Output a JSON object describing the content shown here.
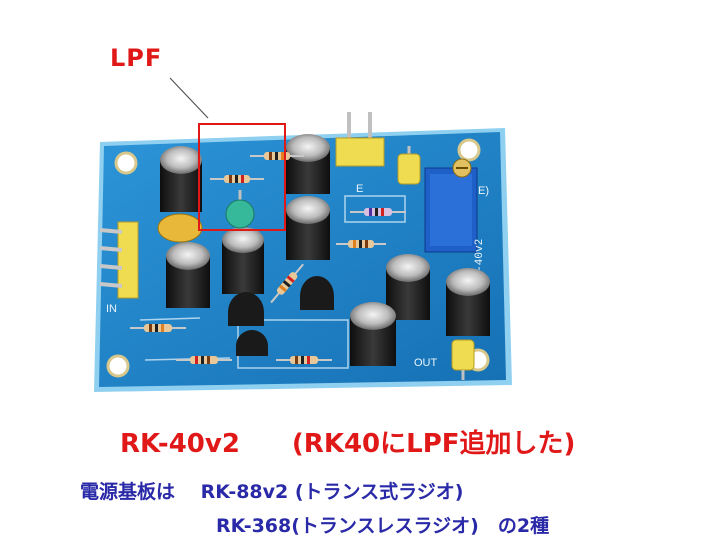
{
  "annotation": {
    "label": "LPF",
    "color": "#e01818"
  },
  "board_silkscreen": {
    "left_connector": "IN",
    "right_connector": "OUT",
    "side_label": "RK-40v2",
    "top_label": "E",
    "right_edge_label": "E)"
  },
  "caption": {
    "title": "RK-40v2　　(RK40にLPF追加した)",
    "line1": "電源基板は　 RK-88v2 (トランス式ラジオ)",
    "line2": "RK-368(トランスレスラジオ)　の2種",
    "title_color": "#e01818",
    "text_color": "#2a2aa8"
  },
  "colors": {
    "pcb": "#1f86cc",
    "pcb_edge": "#8fd0f0",
    "capacitor": "#1c1c1c",
    "connector": "#e8d040",
    "trimmer": "#1e5fc8"
  }
}
